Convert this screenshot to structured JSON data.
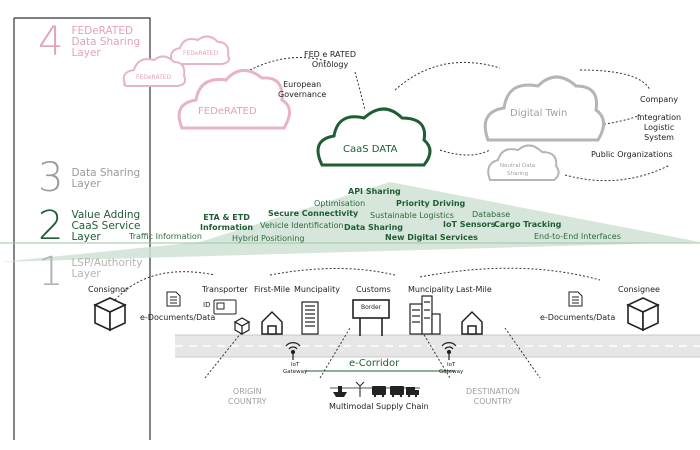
{
  "layers": [
    {
      "number": "4",
      "lines": [
        "FEDeRATED",
        "Data Sharing",
        "Layer"
      ],
      "color": "#e2a3b5"
    },
    {
      "number": "3",
      "lines": [
        "Data Sharing",
        "Layer"
      ],
      "color": "#9a9a9a"
    },
    {
      "number": "2",
      "lines": [
        "Value Adding",
        "CaaS Service",
        "Layer"
      ],
      "color": "#1f5d33"
    },
    {
      "number": "1",
      "lines": [
        "LSP/Authority",
        "Layer"
      ],
      "color": "#b3b3b3"
    }
  ],
  "clouds": {
    "federated_large": "FEDeRATED",
    "federated_small1": "FEDeRATED",
    "federated_small2": "FEDeRATED",
    "caas": "CaaS DATA",
    "digital_twin": "Digital Twin",
    "neutral": [
      "Neutral Data",
      "Sharing"
    ]
  },
  "top_labels": {
    "ontology": [
      "FED e RATED",
      "Ontology"
    ],
    "governance": [
      "European",
      "Governance"
    ],
    "company": "Company",
    "integration": [
      "Integration",
      "Logistic",
      "System"
    ],
    "public_orgs": "Public Organizations"
  },
  "services": {
    "api_sharing": "API Sharing",
    "optimisation": "Optimisation",
    "priority_driving": "Priority Driving",
    "secure_connectivity": "Secure Connectivity",
    "sustainable_logistics": "Sustainable Logistics",
    "eta_etd": [
      "ETA & ETD",
      "Information"
    ],
    "vehicle_identification": "Vehicle Identification",
    "database": "Database",
    "data_sharing": "Data Sharing",
    "iot_sensors": "IoT Sensors",
    "cargo_tracking": "Cargo Tracking",
    "traffic_information": "Traffic Information",
    "hybrid_positioning": "Hybrid Positioning",
    "new_digital_services": "New Digital Services",
    "end_to_end": "End-to-End Interfaces"
  },
  "ground": {
    "consignor": "Consignor",
    "consignee": "Consignee",
    "transporter": "Transporter",
    "first_mile": "First-Mile",
    "muncipality_left": "Muncipality",
    "customs": "Customs",
    "muncipality_right": "Muncipality",
    "last_mile": "Last-Mile",
    "edocs_left": "e-Documents/Data",
    "edocs_right": "e-Documents/Data",
    "id": "ID",
    "border": "Border",
    "iot_gateway": [
      "IoT",
      "Gateway"
    ],
    "ecorridor": "e-Corridor",
    "origin": [
      "ORIGIN",
      "COUNTRY"
    ],
    "destination": [
      "DESTINATION",
      "COUNTRY"
    ],
    "multimodal": "Multimodal Supply Chain"
  },
  "colors": {
    "pink": "#e8b4c3",
    "pink_text": "#e2a3b5",
    "green": "#1f5d33",
    "green_fill": "#cfe2d3",
    "grey": "#a8a8a8",
    "road": "#e6e6e6"
  }
}
